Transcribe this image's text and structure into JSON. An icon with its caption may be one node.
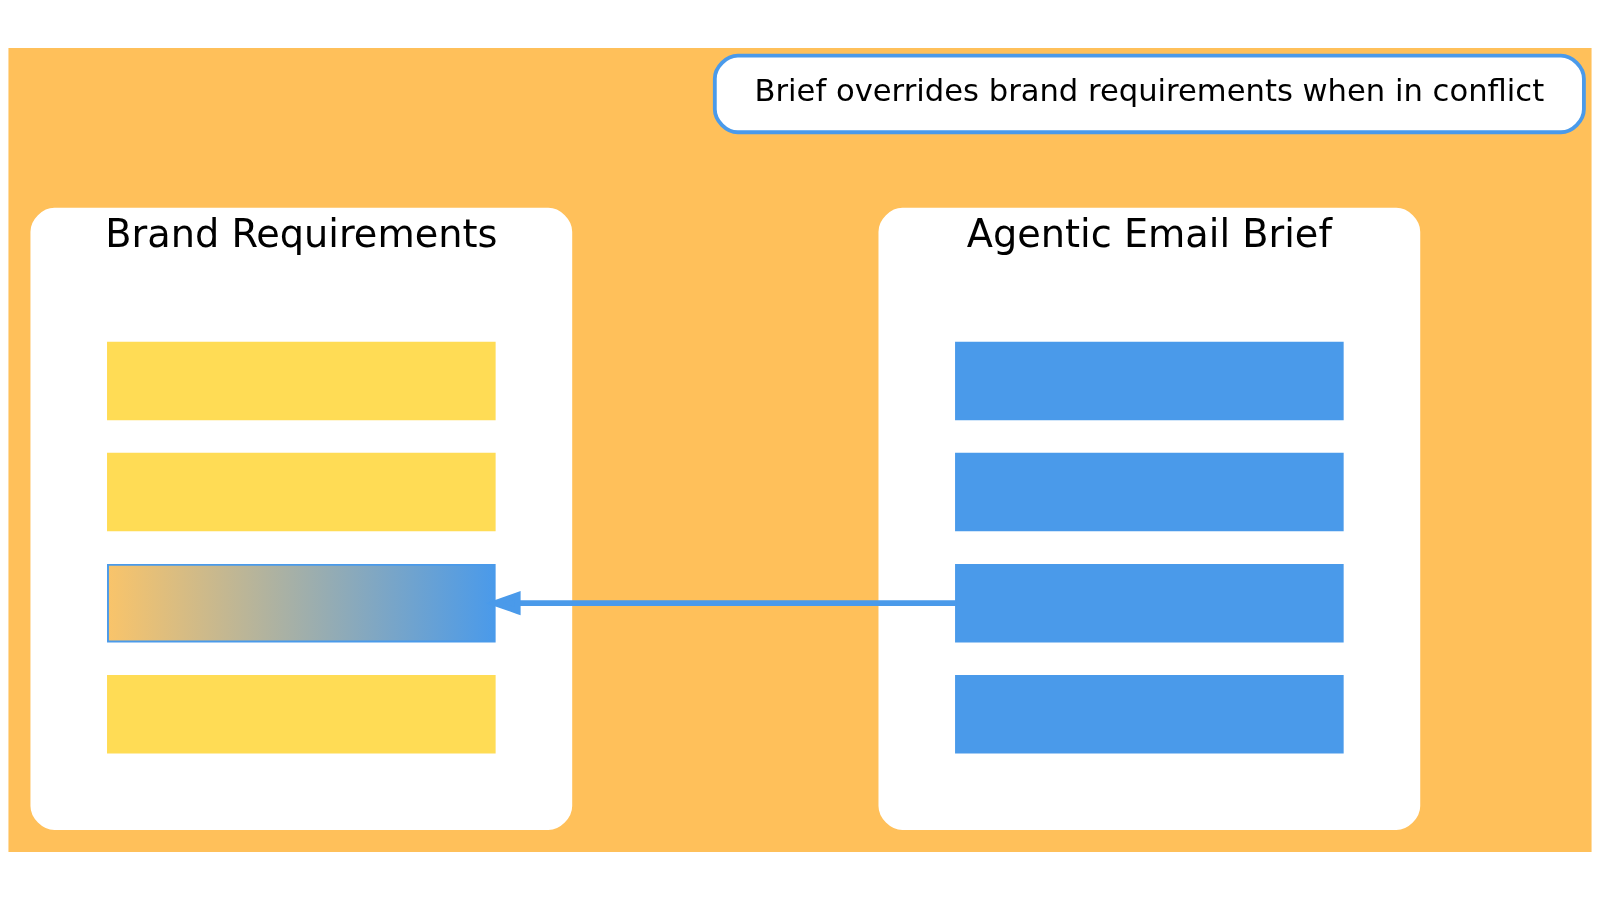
{
  "diagram": {
    "nodes": [
      {
        "text": [
          "Brand Requirements"
        ]
      },
      {
        "text": [],
        "shape": "bar",
        "in": 0
      },
      {
        "text": [],
        "shape": "bar",
        "in": 0
      },
      {
        "text": [],
        "shape": "bar",
        "in": 0
      },
      {
        "text": [],
        "shape": "bar",
        "in": 0
      },
      {
        "text": [
          "Agentic Email Brief"
        ]
      },
      {
        "text": [],
        "shape": "bar",
        "in": 5
      },
      {
        "text": [],
        "shape": "bar",
        "in": 5
      },
      {
        "text": [],
        "shape": "bar",
        "in": 5
      },
      {
        "text": [],
        "shape": "bar",
        "in": 5
      },
      {
        "text": [
          "Brief overrides brand requirements when in conflict"
        ]
      }
    ],
    "edges": [
      {
        "from": 8,
        "to": 3,
        "arrow": "to",
        "color": "#4a9aea"
      }
    ]
  }
}
